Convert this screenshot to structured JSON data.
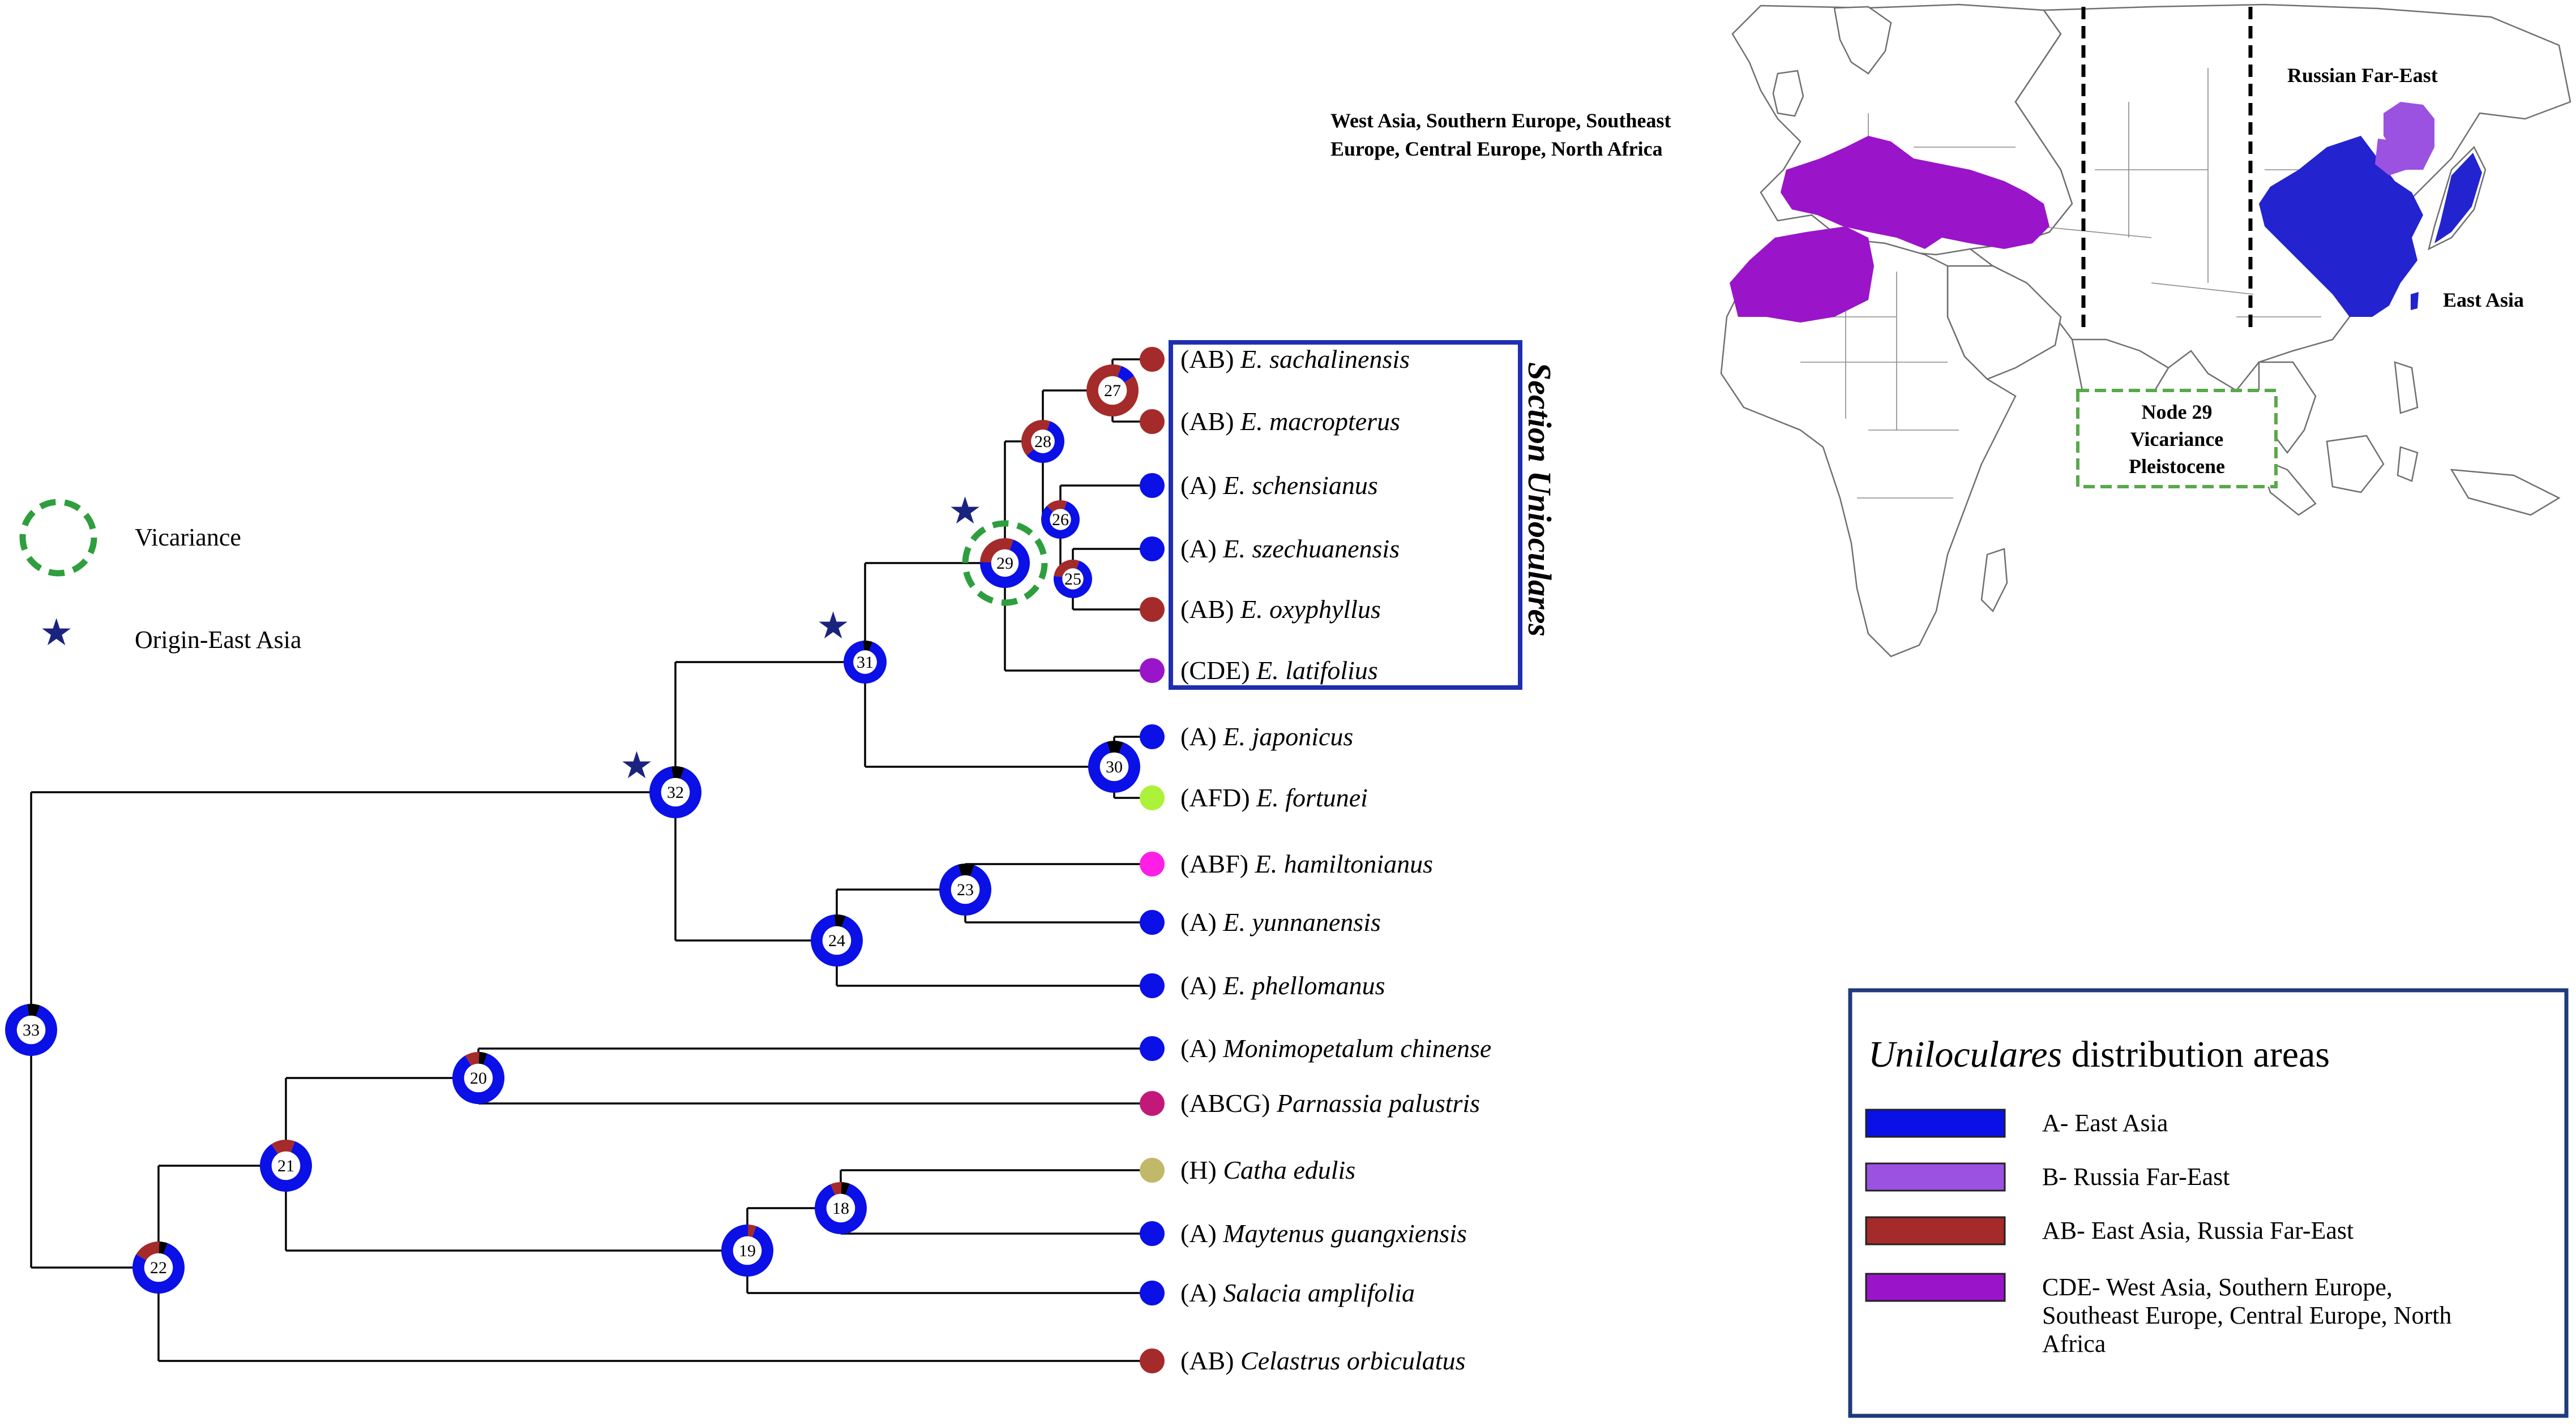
{
  "tree": {
    "tips": [
      {
        "code": "(AB)",
        "name": "E. sachalinensis",
        "color": "#a52a2a"
      },
      {
        "code": "(AB)",
        "name": "E. macropterus",
        "color": "#a52a2a"
      },
      {
        "code": "(A)",
        "name": "E. schensianus",
        "color": "#0a10e6"
      },
      {
        "code": "(A)",
        "name": "E. szechuanensis",
        "color": "#0a10e6"
      },
      {
        "code": "(AB)",
        "name": "E. oxyphyllus",
        "color": "#a52a2a"
      },
      {
        "code": "(CDE)",
        "name": "E. latifolius",
        "color": "#9a14c9"
      },
      {
        "code": "(A)",
        "name": "E. japonicus",
        "color": "#0a10e6"
      },
      {
        "code": "(AFD)",
        "name": "E. fortunei",
        "color": "#adf23a"
      },
      {
        "code": "(ABF)",
        "name": "E. hamiltonianus",
        "color": "#ff1ee6"
      },
      {
        "code": "(A)",
        "name": "E. yunnanensis",
        "color": "#0a10e6"
      },
      {
        "code": "(A)",
        "name": "E. phellomanus",
        "color": "#0a10e6"
      },
      {
        "code": "(A)",
        "name": "Monimopetalum chinense",
        "color": "#0a10e6"
      },
      {
        "code": "(ABCG)",
        "name": "Parnassia palustris",
        "color": "#c2187a"
      },
      {
        "code": "(H)",
        "name": "Catha edulis",
        "color": "#c2b86a"
      },
      {
        "code": "(A)",
        "name": "Maytenus guangxiensis",
        "color": "#0a10e6"
      },
      {
        "code": "(A)",
        "name": "Salacia amplifolia",
        "color": "#0a10e6"
      },
      {
        "code": "(AB)",
        "name": "Celastrus orbiculatus",
        "color": "#a52a2a"
      }
    ],
    "nodes": [
      {
        "id": "18"
      },
      {
        "id": "19"
      },
      {
        "id": "20"
      },
      {
        "id": "21"
      },
      {
        "id": "22"
      },
      {
        "id": "23"
      },
      {
        "id": "24"
      },
      {
        "id": "25"
      },
      {
        "id": "26"
      },
      {
        "id": "27"
      },
      {
        "id": "28"
      },
      {
        "id": "29"
      },
      {
        "id": "30"
      },
      {
        "id": "31"
      },
      {
        "id": "32"
      },
      {
        "id": "33"
      }
    ],
    "section_label": "Section Unioculares"
  },
  "key": {
    "vicariance_label": "Vicariance",
    "origin_label": "Origin-East Asia"
  },
  "map": {
    "west_label_line1": "West Asia, Southern Europe,  Southeast",
    "west_label_line2": "Europe,  Central Europe,  North Africa",
    "far_east_label": "Russian Far-East",
    "east_asia_label": "East Asia",
    "node_box": [
      "Node 29",
      "Vicariance",
      "Pleistocene"
    ]
  },
  "distribution_legend": {
    "title_italic": "Uniloculares",
    "title_rest": " distribution areas",
    "items": [
      {
        "color": "#0a10e6",
        "lines": [
          "A- East Asia"
        ]
      },
      {
        "color": "#9b52e0",
        "lines": [
          "B- Russia Far-East"
        ]
      },
      {
        "color": "#a52a2a",
        "lines": [
          "AB- East Asia, Russia Far-East"
        ]
      },
      {
        "color": "#9a14c9",
        "lines": [
          "CDE- West Asia, Southern Europe,",
          "Southeast Europe, Central Europe, North",
          "Africa"
        ]
      }
    ]
  },
  "colors": {
    "A": "#0a10e6",
    "B": "#9b52e0",
    "AB": "#a52a2a",
    "CDE": "#9a14c9",
    "box_border": "#1f2fb0",
    "vicariance": "#2e9e3e",
    "star": "#1a237e",
    "legend_border": "#1f3a7a"
  }
}
